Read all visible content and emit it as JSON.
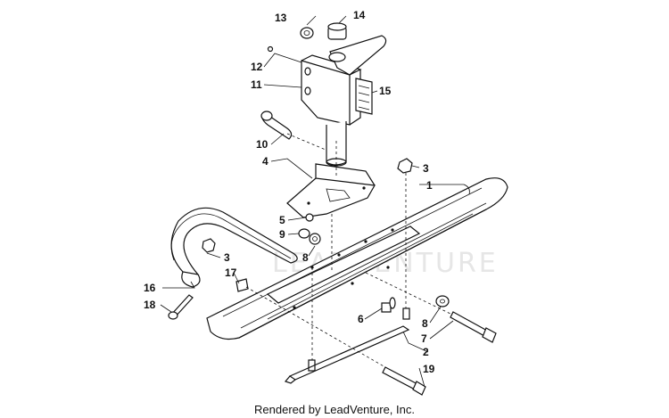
{
  "watermark": "LEADVENTURE",
  "footer": "Rendered by LeadVenture, Inc.",
  "labels": {
    "p1": "1",
    "p2": "2",
    "p3a": "3",
    "p3b": "3",
    "p4": "4",
    "p5": "5",
    "p6": "6",
    "p7": "7",
    "p8a": "8",
    "p8b": "8",
    "p9": "9",
    "p10": "10",
    "p11": "11",
    "p12": "12",
    "p13": "13",
    "p14": "14",
    "p15": "15",
    "p16": "16",
    "p17": "17",
    "p18": "18",
    "p19": "19"
  }
}
